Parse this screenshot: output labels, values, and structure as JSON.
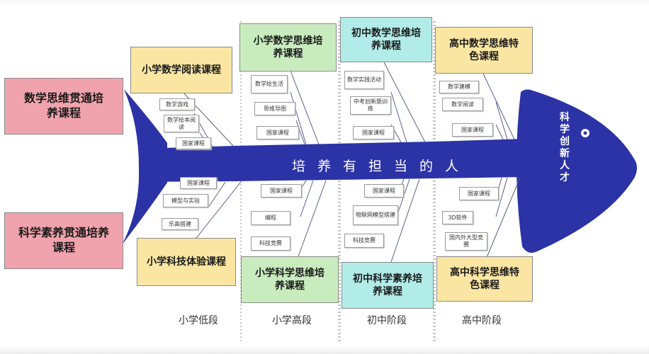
{
  "colors": {
    "fish": "#2c33a6",
    "pink": "#f1a3ad",
    "yellow": "#fae6a2",
    "green": "#c9ecbf",
    "cyan": "#b2ece8"
  },
  "spine_text": "培养有担当的人",
  "goal": [
    "科",
    "学",
    "创",
    "新",
    "人",
    "才"
  ],
  "tracks": {
    "math": "数学思维贯通培养课程",
    "science": "科学素养贯通培养课程"
  },
  "stages": [
    {
      "label": "小学低段",
      "top_title": "小学数学阅读课程",
      "bottom_title": "小学科技体验课程",
      "top_items": [
        "数学游戏",
        "数学绘本阅读",
        "国家课程"
      ],
      "bottom_items": [
        "国家课程",
        "模型与实验",
        "乐高搭建"
      ]
    },
    {
      "label": "小学高段",
      "top_title": "小学数学思维培养课程",
      "bottom_title": "小学科学思维培养课程",
      "top_items": [
        "数学绘生活",
        "思维导图",
        "国家课程"
      ],
      "bottom_items": [
        "国家课程",
        "编程",
        "科技竞赛"
      ]
    },
    {
      "label": "初中阶段",
      "top_title": "初中数学思维培养课程",
      "bottom_title": "初中科学素养培养课程",
      "top_items": [
        "数学实践活动",
        "中考创新题训练",
        "国家课程"
      ],
      "bottom_items": [
        "国家课程",
        "物联网模型搭建",
        "科技竞赛"
      ]
    },
    {
      "label": "高中阶段",
      "top_title": "高中数学思维特色课程",
      "bottom_title": "高中科学思维特色课程",
      "top_items": [
        "数学建模",
        "数学阅读",
        "国家课程"
      ],
      "bottom_items": [
        "国家课程",
        "3D软件",
        "国内外大型竞赛"
      ]
    }
  ]
}
